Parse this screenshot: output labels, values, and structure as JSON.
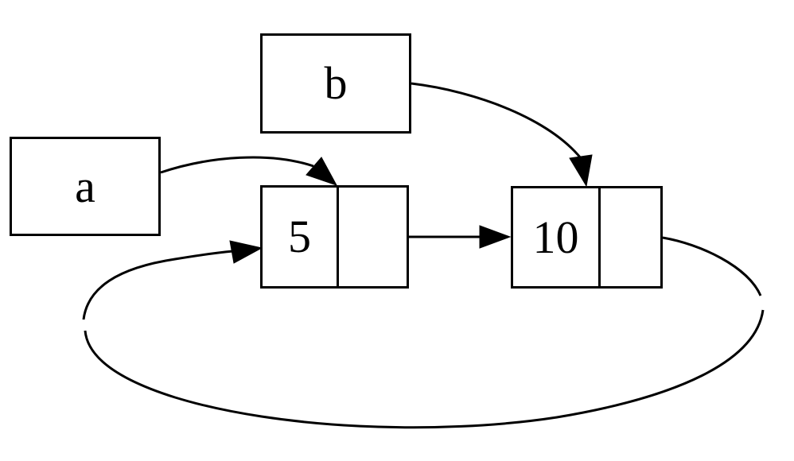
{
  "diagram": {
    "type": "linked-list-cons-cells",
    "background_color": "#ffffff",
    "stroke_color": "#000000",
    "variables": [
      {
        "id": "a",
        "label": "a"
      },
      {
        "id": "b",
        "label": "b"
      }
    ],
    "nodes": [
      {
        "id": "node5",
        "value": "5",
        "next_cell": ""
      },
      {
        "id": "node10",
        "value": "10",
        "next_cell": ""
      }
    ],
    "edges": [
      {
        "from": "a",
        "to": "node5",
        "style": "curved-arrow"
      },
      {
        "from": "b",
        "to": "node10",
        "style": "curved-arrow"
      },
      {
        "from": "node5.next",
        "to": "node10",
        "style": "straight-arrow"
      },
      {
        "from": "node10.next",
        "to": "node5",
        "style": "loop-around-bottom-arrow"
      }
    ]
  }
}
